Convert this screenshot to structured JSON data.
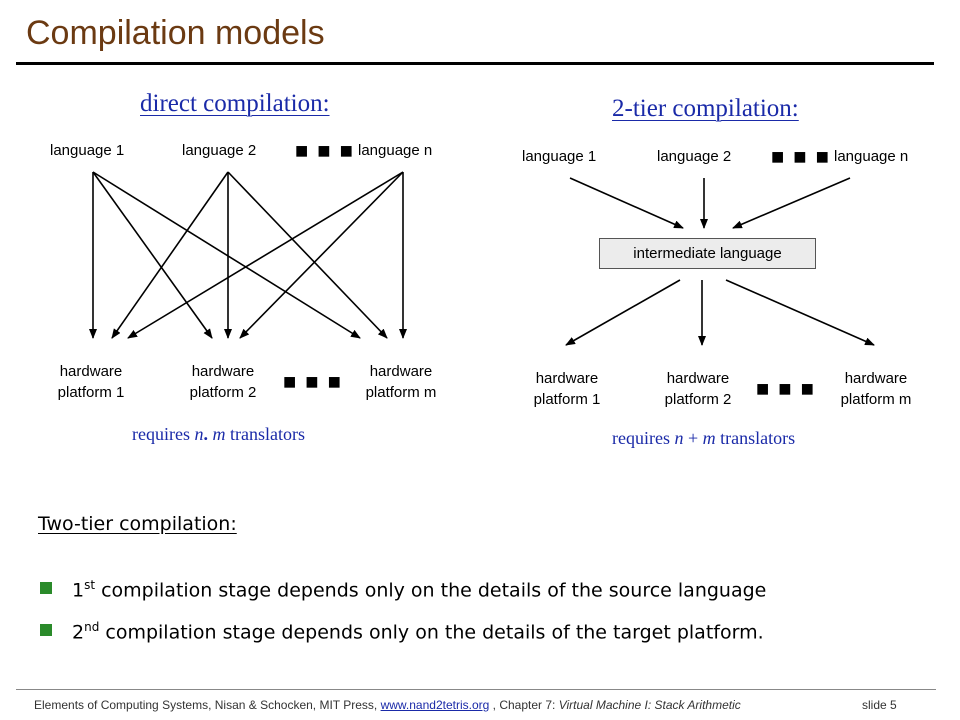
{
  "title": "Compilation models",
  "direct": {
    "heading": "direct compilation:",
    "languages": [
      "language 1",
      "language 2",
      "language n"
    ],
    "platforms": [
      [
        "hardware",
        "platform 1"
      ],
      [
        "hardware",
        "platform 2"
      ],
      [
        "hardware",
        "platform m"
      ]
    ],
    "requires": {
      "prefix": "requires",
      "a": "n",
      "op": ".",
      "b": "m",
      "suffix": "translators"
    }
  },
  "two_tier": {
    "heading": "2-tier compilation:",
    "languages": [
      "language 1",
      "language 2",
      "language n"
    ],
    "intermediate": "intermediate language",
    "platforms": [
      [
        "hardware",
        "platform 1"
      ],
      [
        "hardware",
        "platform 2"
      ],
      [
        "hardware",
        "platform m"
      ]
    ],
    "requires": {
      "prefix": "requires",
      "a": "n",
      "op": "+",
      "b": "m",
      "suffix": "translators"
    }
  },
  "explanation": {
    "heading": "Two-tier compilation:",
    "bullets": [
      {
        "num": "1",
        "sup": "st",
        "text": " compilation stage depends only on the details of the source language"
      },
      {
        "num": "2",
        "sup": "nd",
        "text": " compilation stage depends only on the details of the target platform."
      }
    ],
    "bullet_color": "#2a8a2a"
  },
  "footer": {
    "text1": "Elements of Computing Systems, Nisan & Schocken, MIT Press, ",
    "link": "www.nand2tetris.org",
    "text2": " , Chapter 7: ",
    "chapter": "Virtual Machine I: Stack Arithmetic",
    "slide": "slide 5"
  },
  "colors": {
    "title": "#6b3a12",
    "heading": "#1a2aa8"
  }
}
